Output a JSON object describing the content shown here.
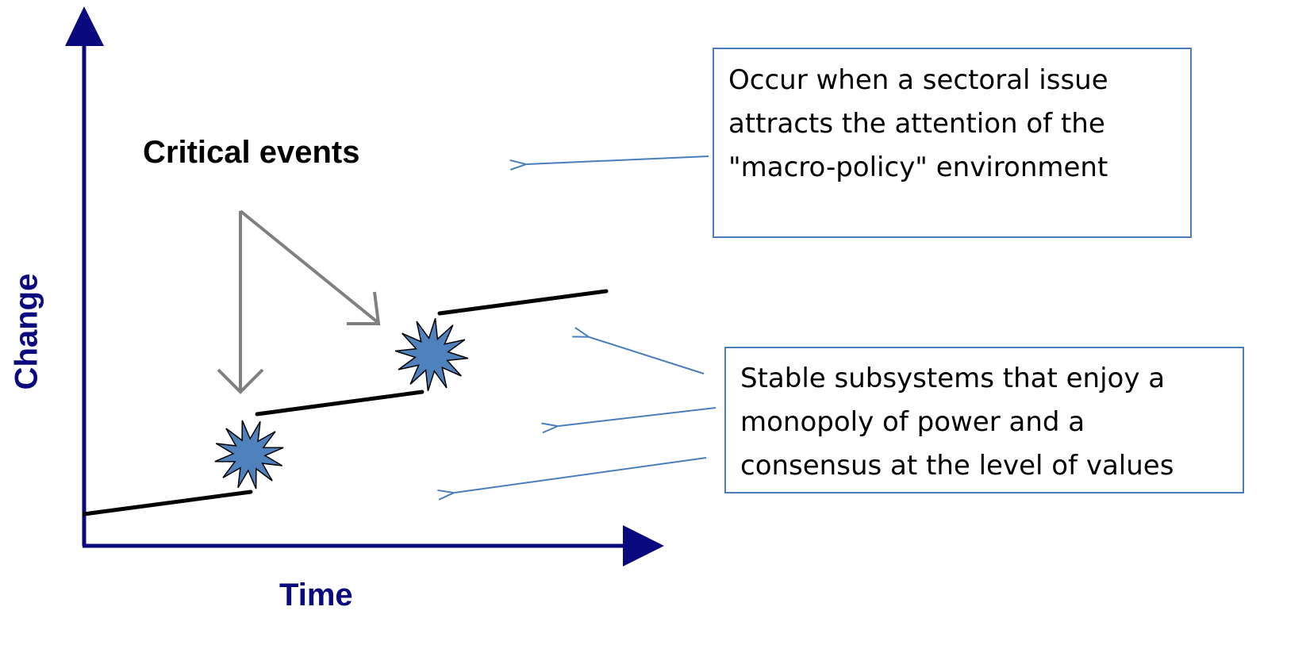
{
  "axes": {
    "y_label": "Change",
    "x_label": "Time"
  },
  "critical_events": {
    "title": "Critical events"
  },
  "callouts": {
    "macro_policy": {
      "lines": [
        "Occur when a sectoral issue",
        "attracts the attention of the",
        "\"macro-policy\" environment"
      ]
    },
    "stable_subsystems": {
      "lines": [
        "Stable subsystems that enjoy a",
        "monopoly of power and a",
        "consensus at the level of values"
      ]
    }
  },
  "colors": {
    "axis": "#0a0a7e",
    "step_line": "#000000",
    "event_pointer_arrow": "#808080",
    "callout_border": "#4a7ebb",
    "callout_arrow": "#4a7ebb",
    "burst_fill": "#4f81bd",
    "burst_stroke": "#000000"
  },
  "icons": {
    "burst": "explosion-burst-icon",
    "arrow": "arrow-icon"
  }
}
